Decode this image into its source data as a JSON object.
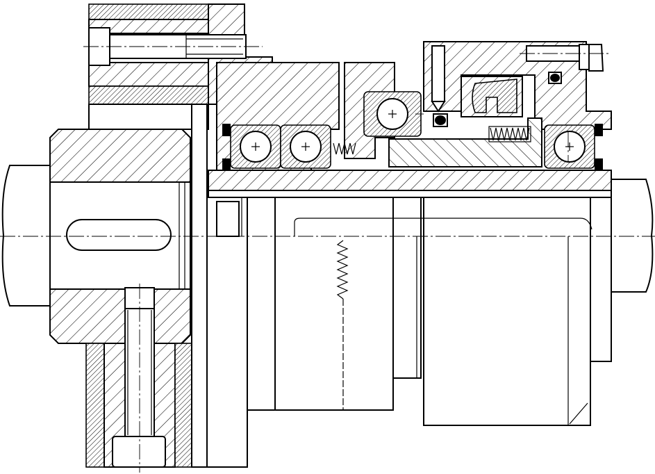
{
  "drawing": {
    "background": "#ffffff",
    "ink": "#000000",
    "bearings": [
      "ball-bearing",
      "ball-bearing",
      "ball-bearing",
      "ball-bearing"
    ],
    "parts": [
      "input-shaft",
      "output-shaft",
      "hub",
      "flange",
      "housing",
      "piston",
      "lip-seal",
      "springs",
      "bolts",
      "o-rings",
      "drum"
    ]
  }
}
